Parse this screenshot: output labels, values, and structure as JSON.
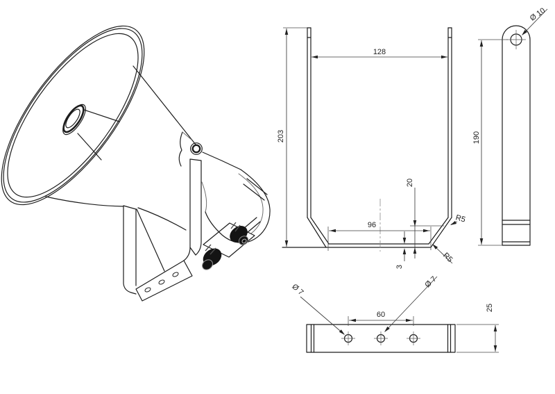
{
  "drawing": {
    "front_view": {
      "width_top": "128",
      "height_total": "203",
      "base_inner_width": "96",
      "bend_height": "20",
      "thickness": "3",
      "radius_upper": "R5",
      "radius_lower": "R5"
    },
    "side_view": {
      "hole_diameter": "Ø 10",
      "height": "190"
    },
    "bottom_view": {
      "hole_diameter_left": "Ø 7",
      "hole_diameter_right": "Ø 7",
      "hole_spacing": "60",
      "depth": "25"
    },
    "colors": {
      "background": "#ffffff",
      "object_line": "#1c1c1c",
      "dimension_line": "#3a3a3a"
    }
  }
}
